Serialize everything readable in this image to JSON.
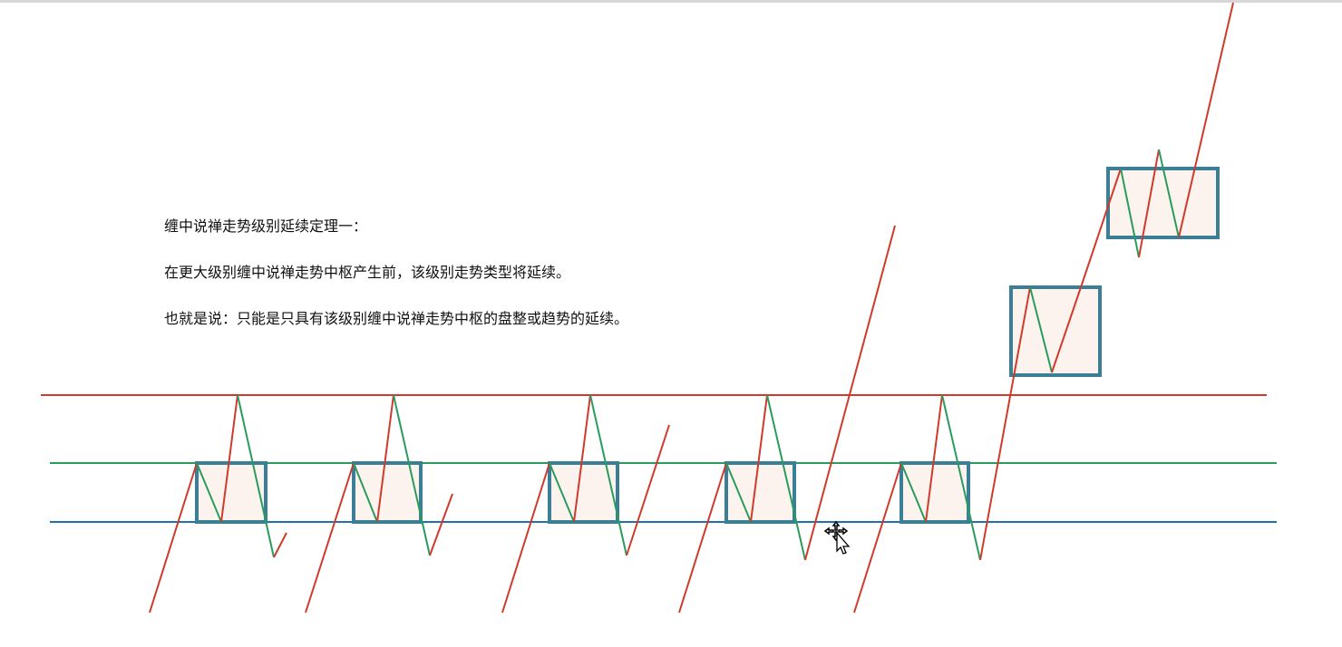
{
  "text": {
    "line1": "缠中说禅走势级别延续定理一：",
    "line2": "在更大级别缠中说禅走势中枢产生前，该级别走势类型将延续。",
    "line3": "也就是说：只能是只具有该级别缠中说禅走势中枢的盘整或趋势的延续。"
  },
  "colors": {
    "red": "#cf3a2b",
    "green": "#2a9b5e",
    "blue": "#1f6fb3",
    "box_stroke": "#3a7f96",
    "box_fill": "#fdf3ee"
  },
  "icons": {
    "cursor": "move-cursor-icon"
  }
}
